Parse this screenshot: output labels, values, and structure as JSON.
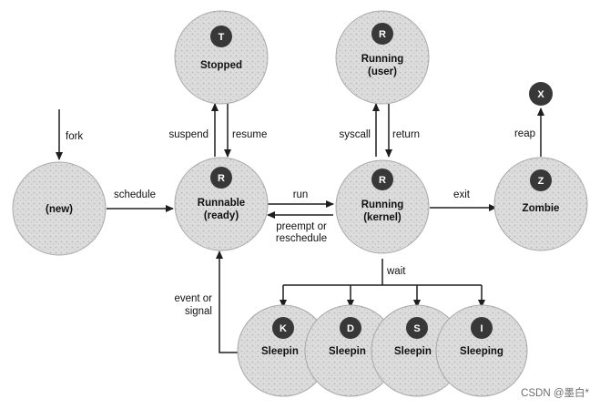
{
  "states": {
    "stopped": {
      "badge": "T",
      "line1": "Stopped",
      "line2": ""
    },
    "running_user": {
      "badge": "R",
      "line1": "Running",
      "line2": "(user)"
    },
    "exit_dead": {
      "badge": "X"
    },
    "new_state": {
      "line1": "(new)"
    },
    "runnable": {
      "badge": "R",
      "line1": "Runnable",
      "line2": "(ready)"
    },
    "running_kernel": {
      "badge": "R",
      "line1": "Running",
      "line2": "(kernel)"
    },
    "zombie": {
      "badge": "Z",
      "line1": "Zombie"
    },
    "sleep_k": {
      "badge": "K",
      "line1": "Sleepin"
    },
    "sleep_d": {
      "badge": "D",
      "line1": "Sleepin"
    },
    "sleep_s": {
      "badge": "S",
      "line1": "Sleepin"
    },
    "sleep_i": {
      "badge": "I",
      "line1": "Sleeping"
    }
  },
  "transitions": {
    "fork": "fork",
    "schedule": "schedule",
    "suspend": "suspend",
    "resume": "resume",
    "syscall": "syscall",
    "return_label": "return",
    "reap": "reap",
    "run": "run",
    "preempt_1": "preempt or",
    "preempt_2": "reschedule",
    "exit": "exit",
    "wait": "wait",
    "event_1": "event or",
    "event_2": "signal"
  },
  "watermark": "CSDN @墨白*",
  "colors": {
    "badge": "#383838",
    "line": "#1e1e1e",
    "circle_light": "#e2e2e2",
    "circle_dark": "#c6c6c6"
  }
}
